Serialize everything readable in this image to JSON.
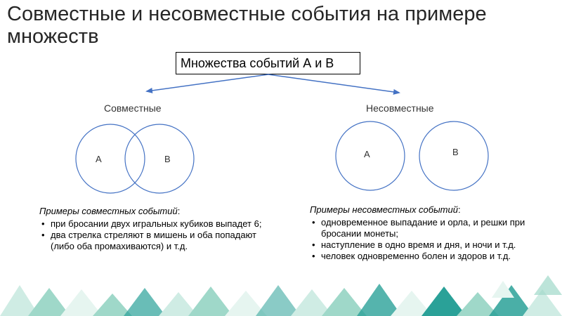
{
  "title": "Совместные и несовместные события на примере множеств",
  "root": "Множества событий А и В",
  "branches": {
    "joint": {
      "label": "Совместные",
      "set_a": "А",
      "set_b": "В"
    },
    "disjoint": {
      "label": "Несовместные",
      "set_a": "А",
      "set_b": "В"
    }
  },
  "examples": {
    "joint": {
      "title": "Примеры совместных событий",
      "colon": ":",
      "items": [
        "при бросании двух игральных кубиков выпадет 6;",
        "два стрелка стреляют в мишень и оба попадают (либо оба промахиваются) и т.д."
      ]
    },
    "disjoint": {
      "title": "Примеры несовместных событий",
      "colon": ":",
      "items": [
        "одновременное выпадание и орла, и решки при бросании монеты;",
        "наступление в одно время и дня, и ночи и т.д.",
        "человек одновременно болен и здоров и т.д."
      ]
    }
  },
  "colors": {
    "arrow": "#4472c4",
    "circle": "#4472c4",
    "footer_teal": "#2aa198",
    "footer_light": "#9fd8c9"
  }
}
